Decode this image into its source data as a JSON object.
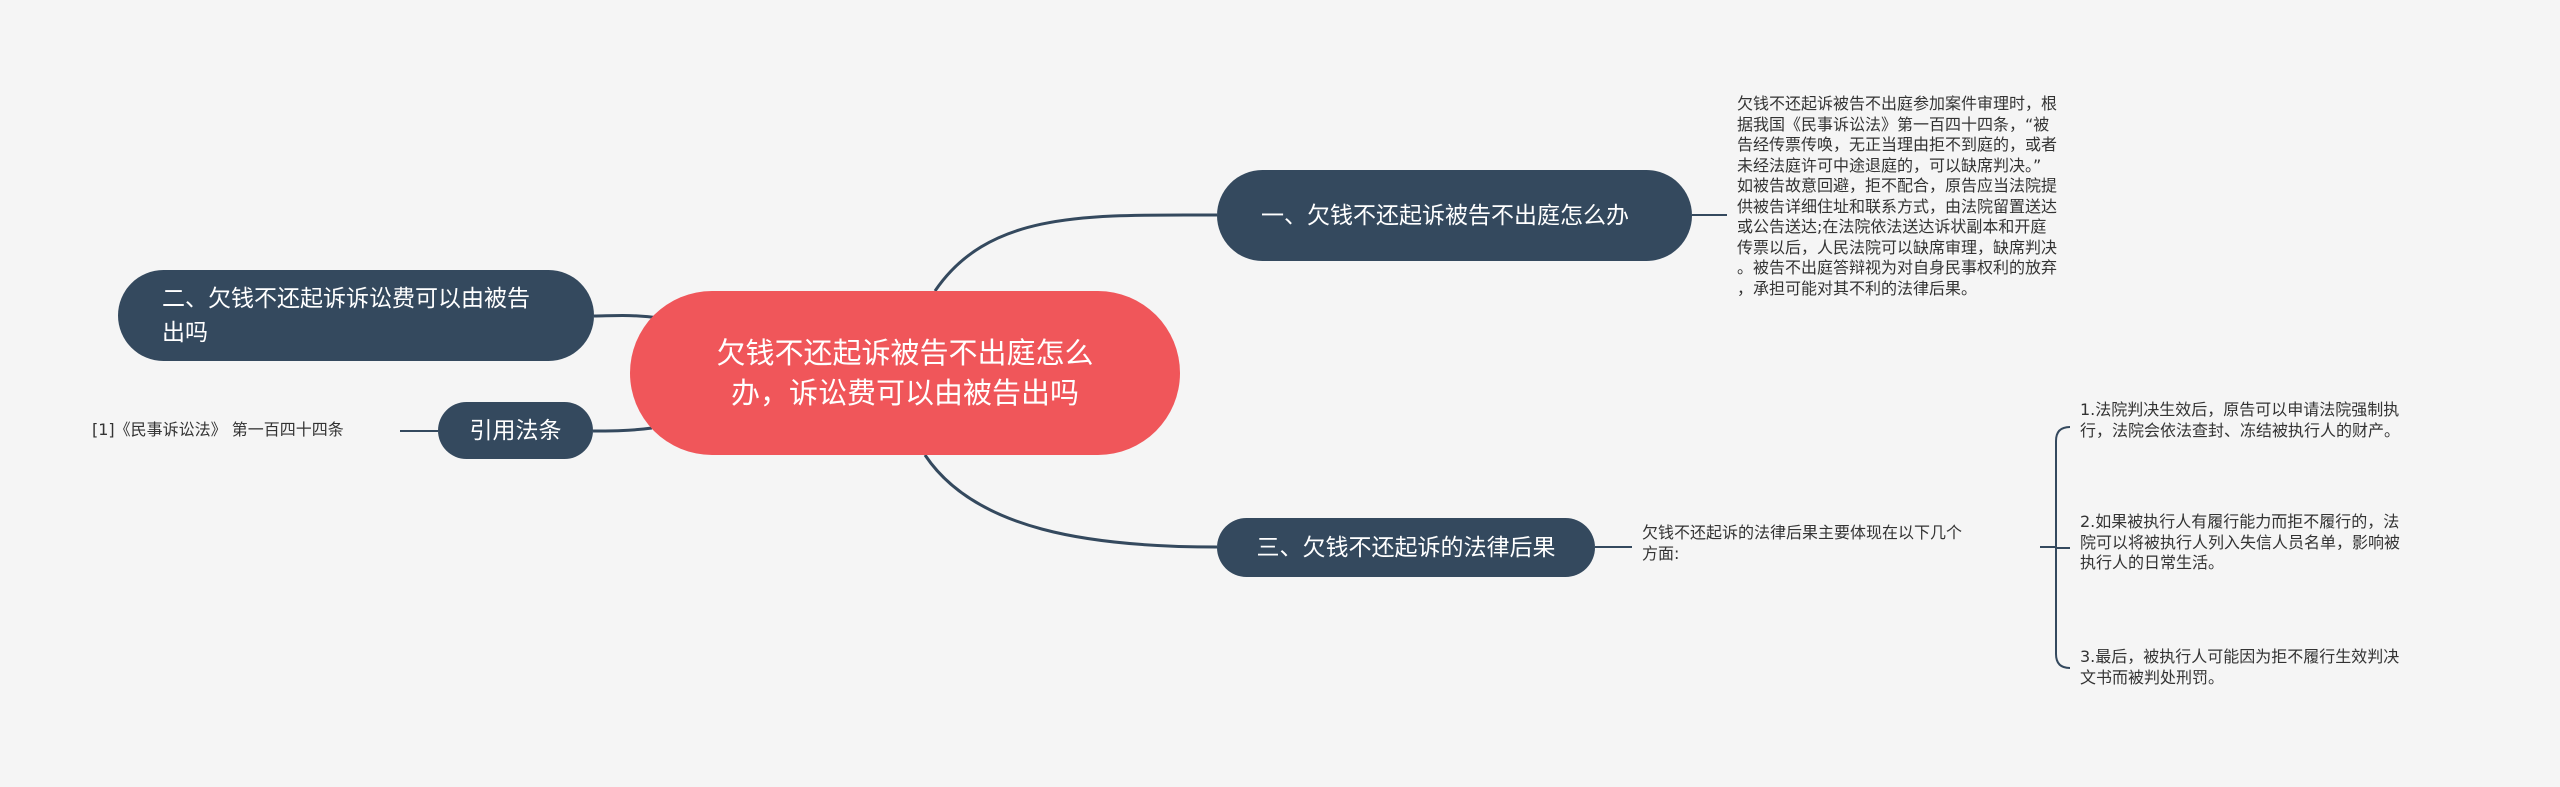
{
  "root": {
    "label": "欠钱不还起诉被告不出庭怎么办，诉讼费可以由被告出吗"
  },
  "branches": [
    {
      "label": "一、欠钱不还起诉被告不出庭怎么办",
      "detail": "欠钱不还起诉被告不出庭参加案件审理时，根\n据我国《民事诉讼法》第一百四十四条，“被\n告经传票传唤，无正当理由拒不到庭的，或者\n未经法庭许可中途退庭的，可以缺席判决。”\n如被告故意回避，拒不配合，原告应当法院提\n供被告详细住址和联系方式，由法院留置送达\n或公告送达;在法院依法送达诉状副本和开庭\n传票以后，人民法院可以缺席审理，缺席判决\n。被告不出庭答辩视为对自身民事权利的放弃\n，承担可能对其不利的法律后果。"
    },
    {
      "label": "二、欠钱不还起诉诉讼费可以由被告出吗"
    },
    {
      "label": "三、欠钱不还起诉的法律后果",
      "intro": "欠钱不还起诉的法律后果主要体现在以下几个\n方面:",
      "children": [
        "1.法院判决生效后，原告可以申请法院强制执\n行，法院会依法查封、冻结被执行人的财产。",
        "2.如果被执行人有履行能力而拒不履行的，法\n院可以将被执行人列入失信人员名单，影响被\n执行人的日常生活。",
        "3.最后，被执行人可能因为拒不履行生效判决\n文书而被判处刑罚。"
      ]
    },
    {
      "label": "引用法条",
      "children": [
        "[1]《民事诉讼法》 第一百四十四条"
      ]
    }
  ],
  "colors": {
    "background": "#f5f5f5",
    "root_fill": "#f0565a",
    "branch_fill": "#34495e",
    "connector": "#34495e",
    "leaf_text": "#333333"
  }
}
